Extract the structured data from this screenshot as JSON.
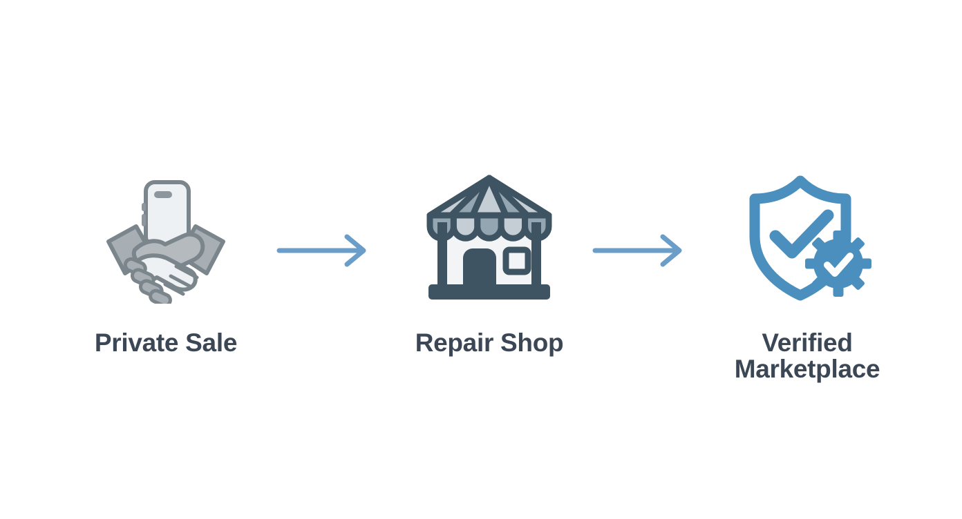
{
  "diagram": {
    "type": "horizontal-flow",
    "background_color": "#ffffff",
    "accent_color": "#4a8fbd",
    "arrow_color": "#6b9dc9",
    "text_color": "#3b4754",
    "icon_dark": "#3f5463",
    "icon_gray": "#a8afb4",
    "awning_light": "#c5ced4",
    "awning_dark": "#93a6b2",
    "steps": [
      {
        "id": "private-sale",
        "label": "Private Sale",
        "icon": "handshake-phone-icon"
      },
      {
        "id": "repair-shop",
        "label": "Repair Shop",
        "icon": "storefront-icon"
      },
      {
        "id": "verified-marketplace",
        "label": "Verified\nMarketplace",
        "icon": "shield-check-gear-icon"
      }
    ],
    "connectors": [
      {
        "id": "arrow-1",
        "icon": "arrow-right-icon",
        "from": "private-sale",
        "to": "repair-shop"
      },
      {
        "id": "arrow-2",
        "icon": "arrow-right-icon",
        "from": "repair-shop",
        "to": "verified-marketplace"
      }
    ]
  }
}
